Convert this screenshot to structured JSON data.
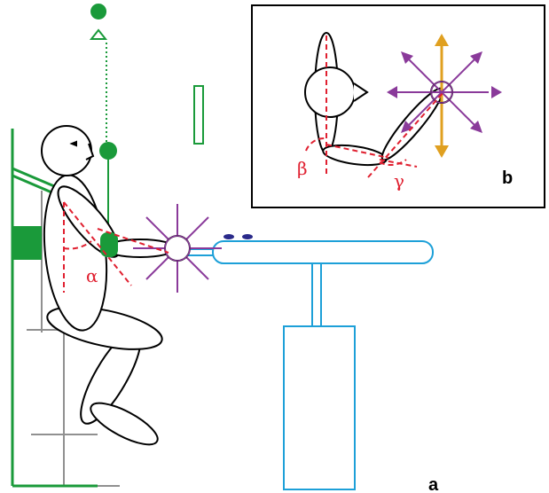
{
  "labels": {
    "panel_a": "a",
    "panel_b": "b",
    "alpha": "α",
    "beta": "β",
    "gamma": "γ"
  },
  "colors": {
    "outline": "#000000",
    "green": "#1a9a3a",
    "blue": "#1da0d8",
    "purple": "#8a3a9a",
    "orange": "#e0a020",
    "red": "#e02030",
    "gray": "#909090",
    "navy": "#2a2a8a"
  },
  "icons": {
    "marker_top": "green-target-marker-icon",
    "direction_arrows": "eight-direction-arrows-icon"
  }
}
